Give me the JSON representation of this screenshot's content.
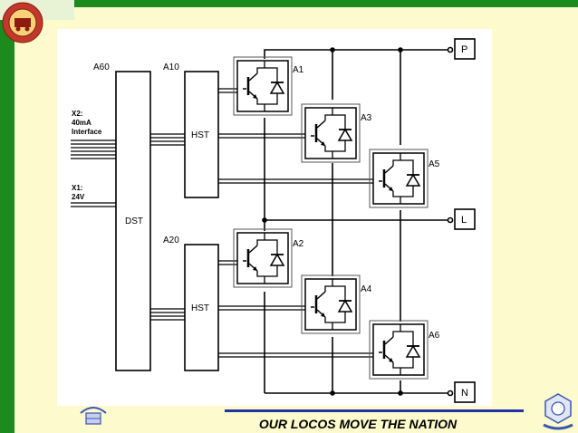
{
  "slide": {
    "footer": "OUR LOCOS MOVE THE NATION"
  },
  "diagram": {
    "blocks": {
      "dst": {
        "tag": "A60",
        "label": "DST"
      },
      "hst_upper": {
        "tag": "A10",
        "label": "HST"
      },
      "hst_lower": {
        "tag": "A20",
        "label": "HST"
      }
    },
    "inputs": {
      "x2": {
        "line1": "X2:",
        "line2": "40mA",
        "line3": "Interface"
      },
      "x1": {
        "line1": "X1:",
        "line2": "24V"
      }
    },
    "modules": [
      "A1",
      "A3",
      "A5",
      "A2",
      "A4",
      "A6"
    ],
    "terminals": [
      "P",
      "L",
      "N"
    ]
  },
  "colors": {
    "background": "#fdfacd",
    "green_border": "#1c8a1c",
    "footer_line": "#2233aa"
  }
}
